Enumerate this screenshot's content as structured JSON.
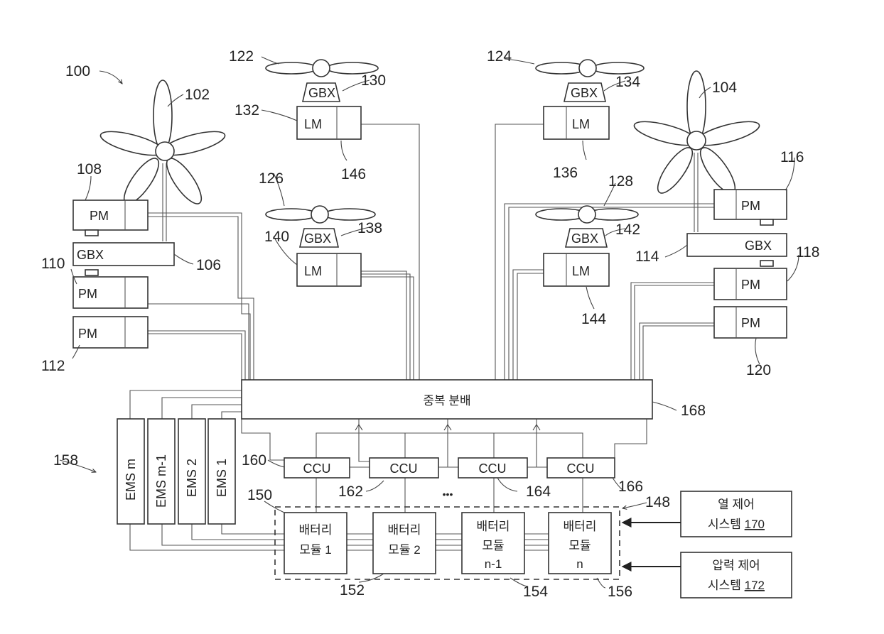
{
  "refs": {
    "system": "100",
    "prop_left": "102",
    "prop_right": "104",
    "gbx_left": "106",
    "pm_108": "108",
    "pm_110": "110",
    "pm_112": "112",
    "gbx_right": "114",
    "pm_116": "116",
    "pm_118": "118",
    "pm_120": "120",
    "lift_122": "122",
    "lift_124": "124",
    "lift_126": "126",
    "lift_128": "128",
    "gbx_130": "130",
    "lm_132": "132",
    "gbx_134": "134",
    "lm_136": "136",
    "gbx_138": "138",
    "lm_140": "140",
    "gbx_142": "142",
    "lm_144": "144",
    "aux_146": "146",
    "battery_system": "148",
    "battery_1": "150",
    "battery_2": "152",
    "battery_n1": "154",
    "battery_n": "156",
    "ems_group": "158",
    "ccu_160": "160",
    "ccu_162": "162",
    "ccu_164": "164",
    "ccu_166": "166",
    "distribution": "168",
    "thermal": "170",
    "pressure": "172"
  },
  "labels": {
    "pm": "PM",
    "gbx": "GBX",
    "lm": "LM",
    "ccu": "CCU",
    "distribution": "중복 분배",
    "ems": [
      "EMS m",
      "EMS m-1",
      "EMS 2",
      "EMS 1"
    ],
    "batteries": [
      [
        "배터리",
        "모듈 1"
      ],
      [
        "배터리",
        "모듈 2"
      ],
      [
        "배터리",
        "모듈",
        "n-1"
      ],
      [
        "배터리",
        "모듈",
        "n"
      ]
    ],
    "thermal": [
      "열 제어",
      "시스템"
    ],
    "pressure": [
      "압력 제어",
      "시스템"
    ],
    "ellipsis": "•••"
  }
}
